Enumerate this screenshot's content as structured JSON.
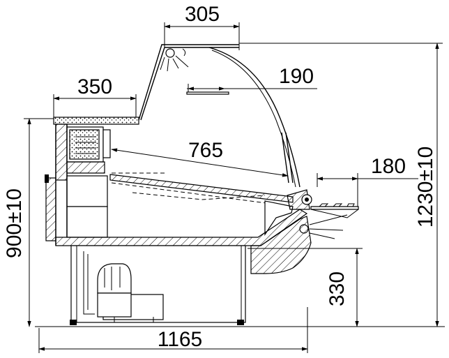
{
  "drawing": {
    "dimensions": {
      "top_width": "305",
      "worktop_width": "350",
      "shelf_width": "190",
      "display_depth": "765",
      "front_shelf": "180",
      "overall_height": "1230±10",
      "counter_height": "900±10",
      "base_height": "330",
      "overall_width": "1165"
    },
    "colors": {
      "line": "#000000",
      "background": "#ffffff"
    }
  }
}
